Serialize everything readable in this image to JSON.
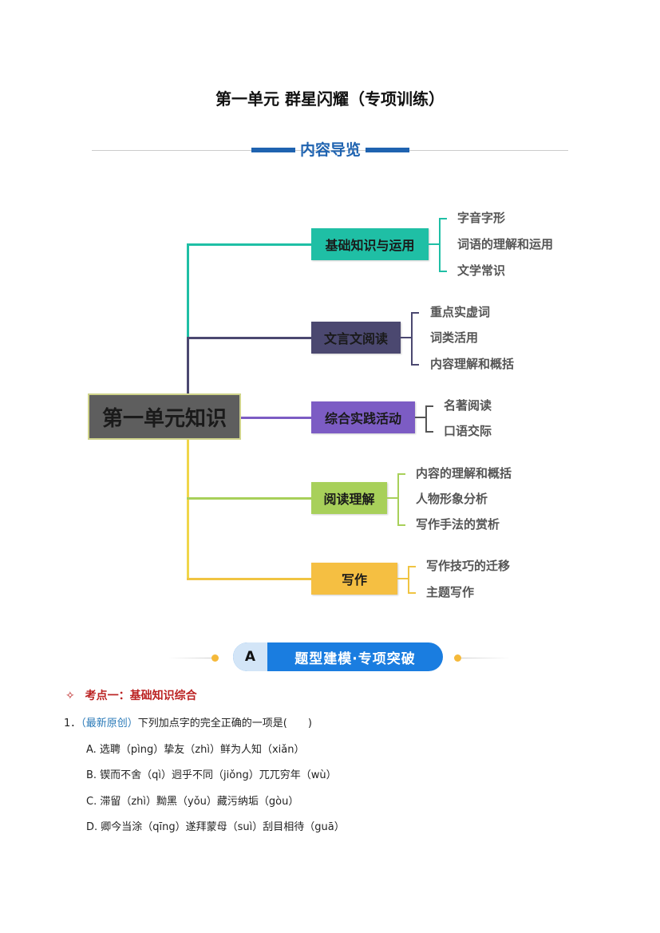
{
  "title": "第一单元  群星闪耀（专项训练）",
  "section_header": "内容导览",
  "mindmap": {
    "root": "第一单元知识",
    "branches": [
      {
        "label": "基础知识与运用",
        "color": "#1fbfa5",
        "children": [
          "字音字形",
          "词语的理解和运用",
          "文学常识"
        ]
      },
      {
        "label": "文言文阅读",
        "color": "#4b4870",
        "children": [
          "重点实虚词",
          "词类活用",
          "内容理解和概括"
        ]
      },
      {
        "label": "综合实践活动",
        "color": "#7c5cc4",
        "children": [
          "名著阅读",
          "口语交际"
        ]
      },
      {
        "label": "阅读理解",
        "color": "#a8d05a",
        "children": [
          "内容的理解和概括",
          "人物形象分析",
          "写作手法的赏析"
        ]
      },
      {
        "label": "写作",
        "color": "#f5bf42",
        "children": [
          "写作技巧的迁移",
          "主题写作"
        ]
      }
    ]
  },
  "banner": {
    "letter": "A",
    "text": "题型建模·专项突破"
  },
  "kaodian": {
    "icon": "✧",
    "label": "考点一：基础知识综合"
  },
  "question": {
    "number": "1．",
    "source": "（最新原创）",
    "stem": "下列加点字的完全正确的一项是(　　)",
    "options": [
      "A. 选聘（pìng）挚友（zhì）鲜为人知（xiǎn）",
      "B. 锲而不舍（qì）迥乎不同（jiǒng）兀兀穷年（wù）",
      "C. 滞留（zhì）黝黑（yǒu）藏污纳垢（gòu）",
      "D. 卿今当涂（qīng）遂拜蒙母（suì）刮目相待（guā）"
    ]
  }
}
